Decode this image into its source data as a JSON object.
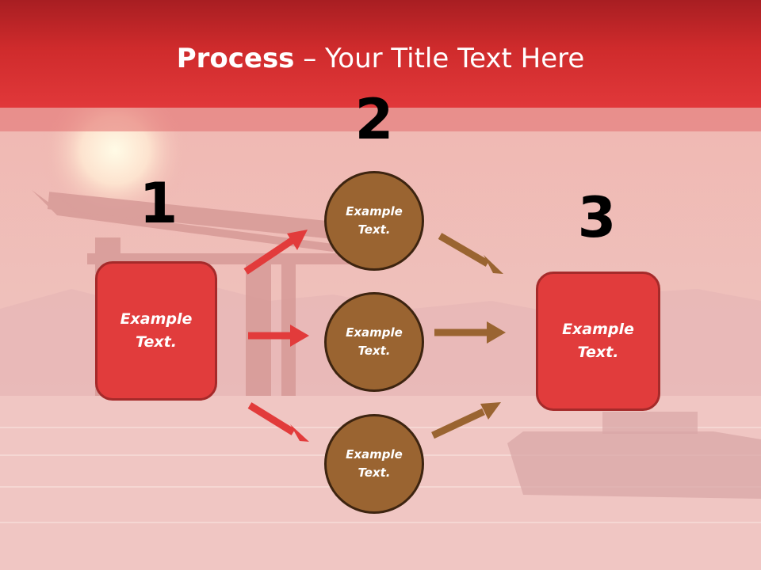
{
  "slide": {
    "title_bold": "Process",
    "title_rest": " – Your Title Text Here"
  },
  "steps": {
    "num1": "1",
    "num2": "2",
    "num3": "3"
  },
  "nodes": {
    "left_box": "Example\nText.",
    "circle_top": "Example\nText.",
    "circle_mid": "Example\nText.",
    "circle_bottom": "Example\nText.",
    "right_box": "Example\nText."
  },
  "colors": {
    "header": "#cf2b2c",
    "box_fill": "#e13c3c",
    "circle_fill": "#9a6431",
    "arrow_red": "#e23b3b",
    "arrow_brown": "#9a6431"
  }
}
